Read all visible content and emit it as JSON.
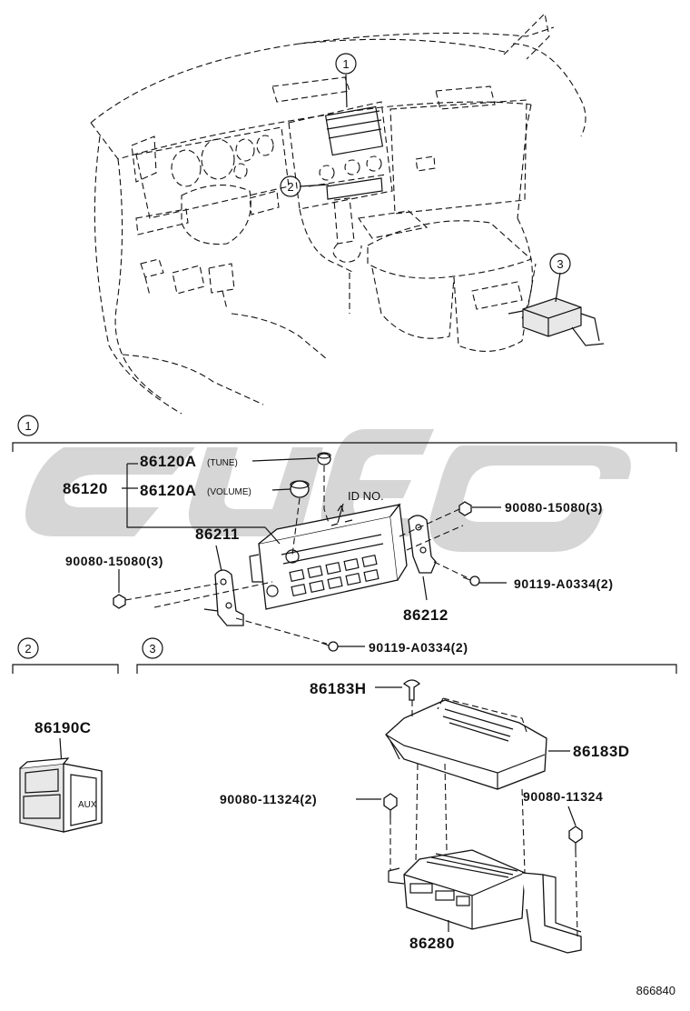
{
  "callouts": {
    "c1": "1",
    "c2": "2",
    "c3": "3"
  },
  "section_numbers": {
    "s1": "1",
    "s2": "2",
    "s3": "3"
  },
  "labels": {
    "p86120": "86120",
    "p86120A_tune": "86120A",
    "tune": "(TUNE)",
    "p86120A_volume": "86120A",
    "volume": "(VOLUME)",
    "id_no": "ID NO.",
    "p90080_15080_right": "90080-15080(3)",
    "p86211": "86211",
    "p90080_15080_left": "90080-15080(3)",
    "p90119_A0334_right": "90119-A0334(2)",
    "p86212": "86212",
    "p90119_A0334_bottom": "90119-A0334(2)",
    "p86190C": "86190C",
    "p86183H": "86183H",
    "p86183D": "86183D",
    "p90080_11324_2": "90080-11324(2)",
    "p90080_11324": "90080-11324",
    "p86280": "86280"
  },
  "reference_id": "866840",
  "colors": {
    "line": "#111111",
    "watermark": "#cfcfcf"
  }
}
